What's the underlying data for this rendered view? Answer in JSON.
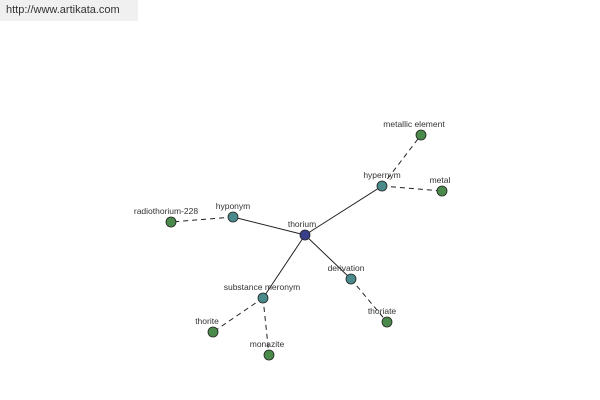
{
  "header": {
    "site_url": "http://www.artikata.com"
  },
  "graph": {
    "center": {
      "id": "thorium",
      "label": "thorium",
      "color": "#3a3f8a"
    },
    "relations": [
      {
        "id": "hypernym",
        "label": "hypernym",
        "color": "#4a8a8a"
      },
      {
        "id": "hyponym",
        "label": "hyponym",
        "color": "#4a8a8a"
      },
      {
        "id": "substance-meronym",
        "label": "substance meronym",
        "color": "#4a8a8a"
      },
      {
        "id": "derivation",
        "label": "derivation",
        "color": "#4a8a8a"
      }
    ],
    "terms": [
      {
        "id": "metallic-element",
        "label": "metallic element",
        "parent": "hypernym",
        "color": "#4a8a4a"
      },
      {
        "id": "metal",
        "label": "metal",
        "parent": "hypernym",
        "color": "#4a8a4a"
      },
      {
        "id": "radiothorium-228",
        "label": "radiothorium-228",
        "parent": "hyponym",
        "color": "#4a8a4a"
      },
      {
        "id": "thorite",
        "label": "thorite",
        "parent": "substance-meronym",
        "color": "#4a8a4a"
      },
      {
        "id": "monazite",
        "label": "monazite",
        "parent": "substance-meronym",
        "color": "#4a8a4a"
      },
      {
        "id": "thoriate",
        "label": "thoriate",
        "parent": "derivation",
        "color": "#4a8a4a"
      }
    ]
  }
}
